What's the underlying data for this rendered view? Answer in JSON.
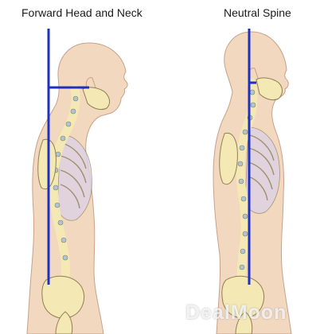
{
  "figures": [
    {
      "id": "left",
      "label": "Forward Head and Neck"
    },
    {
      "id": "right",
      "label": "Neutral Spine"
    }
  ],
  "watermark": "DealMoon",
  "colors": {
    "skin": "#f3d8c0",
    "skin_outline": "#c9a08a",
    "bone": "#f4e9b5",
    "bone_outline": "#8f7f50",
    "disc": "#a9c6dc",
    "rib_cage": "#dcd2e8",
    "line": "#1f2fc4"
  }
}
